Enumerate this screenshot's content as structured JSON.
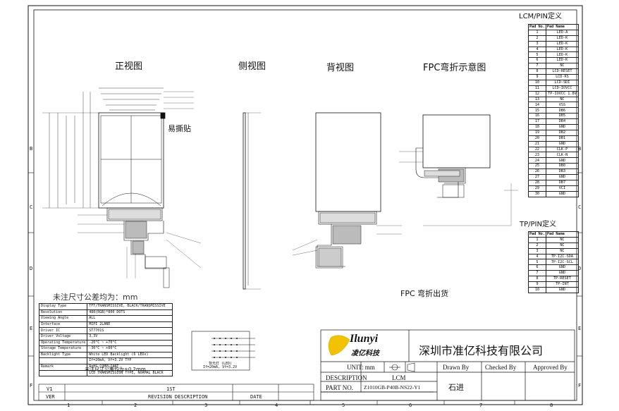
{
  "views": {
    "front": "正视图",
    "side": "侧视图",
    "back": "背视图",
    "fpc": "FPC弯折示意图",
    "easy_tear": "易撕贴",
    "fpc_bend_ship": "FPC 弯折出货",
    "tolerance_note": "未注尺寸公差均为：mm"
  },
  "lcm_pin": {
    "title": "LCM/PIN定义",
    "headers": [
      "Pad No.",
      "Pad Name"
    ],
    "rows": [
      [
        "1",
        "LED-A"
      ],
      [
        "2",
        "LED-K"
      ],
      [
        "3",
        "LED-K"
      ],
      [
        "4",
        "LED-K"
      ],
      [
        "5",
        "LED-K"
      ],
      [
        "6",
        "LED-K"
      ],
      [
        "7",
        "NC"
      ],
      [
        "8",
        "LCD-RESET"
      ],
      [
        "9",
        "LCD-RS"
      ],
      [
        "10",
        "LCD-SDI"
      ],
      [
        "11",
        "LCD-IOVCC"
      ],
      [
        "12",
        "TP-IOVCC 1.8V"
      ],
      [
        "13",
        "NC"
      ],
      [
        "14",
        "VSS"
      ],
      [
        "15",
        "DB6"
      ],
      [
        "16",
        "DB5"
      ],
      [
        "17",
        "DB4"
      ],
      [
        "18",
        "GND"
      ],
      [
        "19",
        "DB2"
      ],
      [
        "20",
        "DB1"
      ],
      [
        "21",
        "GND"
      ],
      [
        "22",
        "CLK-P"
      ],
      [
        "23",
        "CLK-N"
      ],
      [
        "24",
        "GND"
      ],
      [
        "25",
        "DB0"
      ],
      [
        "26",
        "DB3"
      ],
      [
        "27",
        "GND"
      ],
      [
        "28",
        "DB7"
      ],
      [
        "29",
        "VCI"
      ],
      [
        "30",
        "GND"
      ]
    ]
  },
  "tp_pin": {
    "title": "TP/PIN定义",
    "headers": [
      "Pad No.",
      "Pad Name"
    ],
    "rows": [
      [
        "1",
        "NC"
      ],
      [
        "2",
        "NC"
      ],
      [
        "3",
        "NC"
      ],
      [
        "4",
        "TP-I2C-SDA"
      ],
      [
        "5",
        "TP-I2C-SCL"
      ],
      [
        "6",
        "GND"
      ],
      [
        "7",
        "GND"
      ],
      [
        "8",
        "TP-RESET"
      ],
      [
        "9",
        "TP-INT"
      ],
      [
        "10",
        "GND"
      ]
    ]
  },
  "spec": {
    "rows": [
      [
        "Display Type",
        "TFT/TRANSMISSIVE, BLACK/TRANSMISSIVE"
      ],
      [
        "Resolution",
        "480(RGB)*800 DOTS"
      ],
      [
        "Viewing Angle",
        "ALL"
      ],
      [
        "Interface",
        "MIPI 2LANE"
      ],
      [
        "Driver IC",
        "ST7701S"
      ],
      [
        "Driver Voltage",
        "3.3V"
      ],
      [
        "Operating Temperature",
        "-20°C ~ +70°C"
      ],
      [
        "Storage Temperature",
        "-30°C ~ +80°C"
      ],
      [
        "Backlight Type",
        "White LED Backlight (6 LEDs)"
      ],
      [
        "",
        "If=20mA, Vf=3.2V TYP"
      ],
      [
        "Remark",
        "RoHS COMPLIANT"
      ],
      [
        "",
        "LCD TRANSMISSION TYPE, NORMAL BLACK"
      ]
    ],
    "tolerance": "未注尺寸公差均为±0.2mm"
  },
  "led_block": {
    "caption": "背光灯 (LED)",
    "note": "If=20mA, Vf=3.2V"
  },
  "company": {
    "logo_top": "Ilunyi",
    "logo_bottom": "凌亿科技",
    "name": "深圳市准亿科技有限公司"
  },
  "title_block": {
    "unit_label": "UNIT: mm",
    "description_label": "DESCRIPTION",
    "description_value": "LCM",
    "part_label": "PART NO.",
    "part_value": "Z1010GB-P40B-NS22-Y1",
    "drawn_label": "Drawn By",
    "checked_label": "Checked By",
    "approved_label": "Approved By",
    "drawn_value": "石进"
  },
  "revision": {
    "ver": "VER",
    "desc": "REVISION DESCRIPTION",
    "date": "DATE",
    "rev1": "V1",
    "rev1_desc": "1ST"
  },
  "grid": {
    "cols": [
      "1",
      "2",
      "3",
      "4",
      "5",
      "6",
      "7",
      "8"
    ],
    "rows": [
      "B",
      "C",
      "D",
      "E",
      "F"
    ]
  }
}
